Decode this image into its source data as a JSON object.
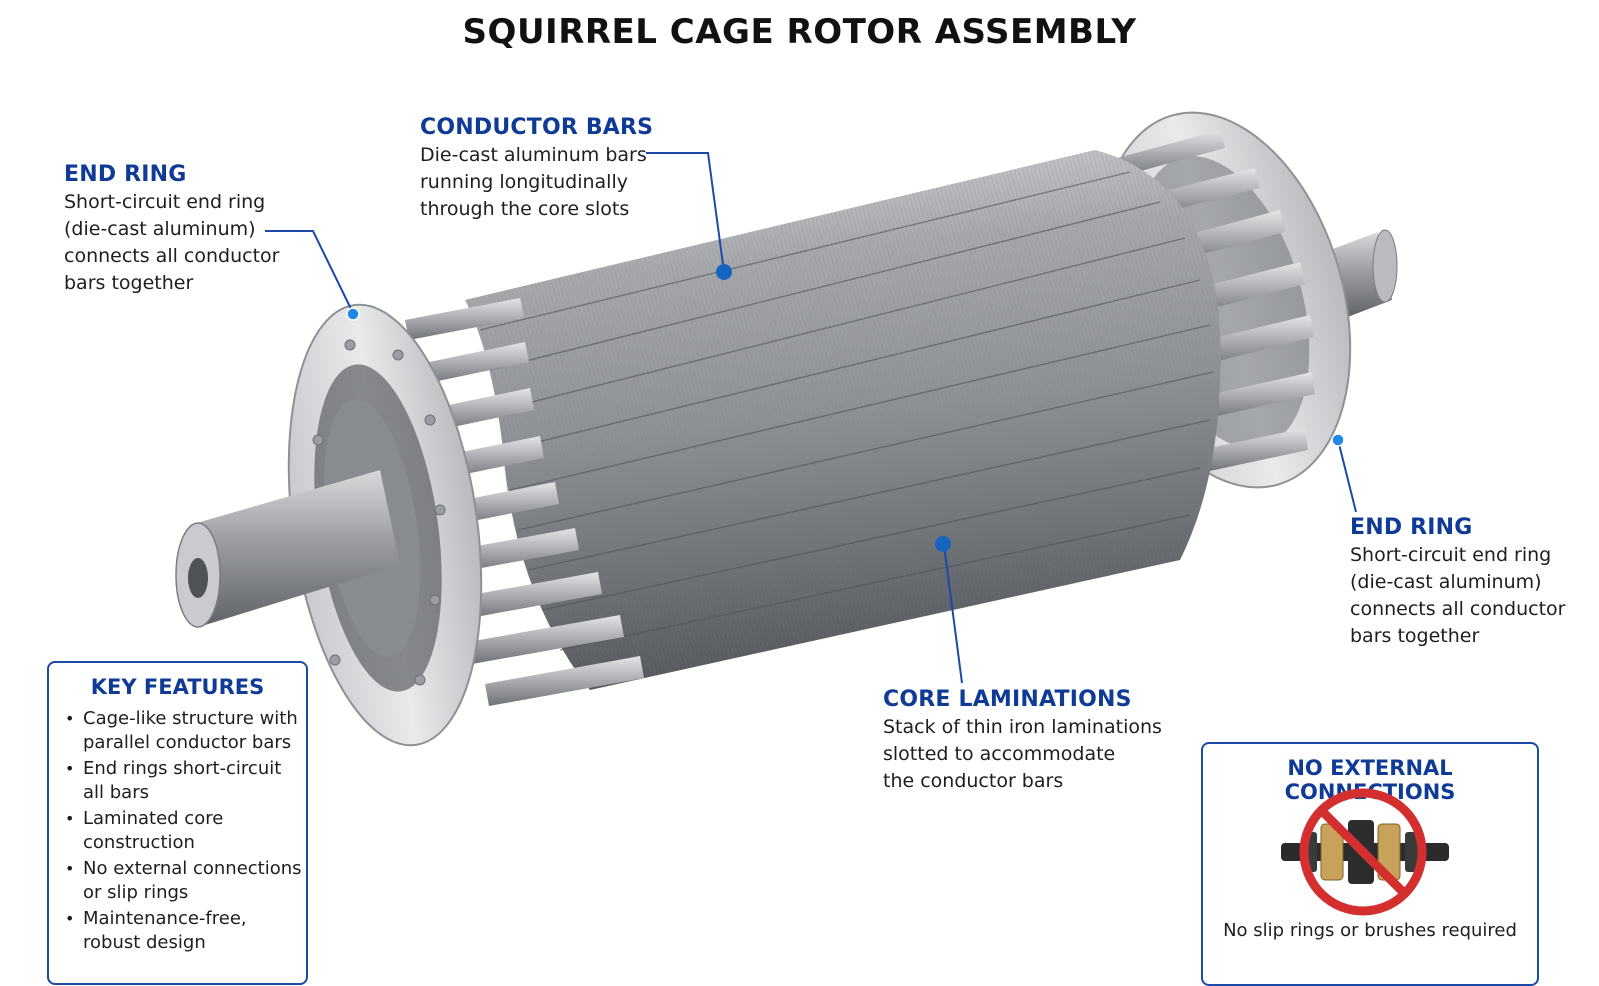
{
  "title": "SQUIRREL CAGE ROTOR ASSEMBLY",
  "callouts": {
    "conductor_bars": {
      "heading": "CONDUCTOR BARS",
      "body": "Die-cast aluminum bars\nrunning longitudinally\nthrough the core slots"
    },
    "end_ring_left": {
      "heading": "END RING",
      "body": "Short-circuit end ring\n(die-cast aluminum)\nconnects all conductor\nbars together"
    },
    "end_ring_right": {
      "heading": "END RING",
      "body": "Short-circuit end ring\n(die-cast aluminum)\nconnects all conductor\nbars together"
    },
    "core_laminations": {
      "heading": "CORE LAMINATIONS",
      "body": "Stack of thin iron laminations\nslotted to accommodate\nthe conductor bars"
    }
  },
  "key_features": {
    "title": "KEY FEATURES",
    "items": [
      "Cage-like structure with\nparallel conductor bars",
      "End rings short-circuit\nall bars",
      "Laminated core\nconstruction",
      "No external connections\nor slip rings",
      "Maintenance-free,\nrobust design"
    ]
  },
  "no_external": {
    "title": "NO EXTERNAL CONNECTIONS",
    "caption": "No slip rings or brushes required"
  },
  "colors": {
    "accent": "#0f3b97",
    "leader": "#1c4aa8",
    "dot": "#1565c0",
    "prohibit": "#d32f2f",
    "brass": "#c8a25a"
  }
}
